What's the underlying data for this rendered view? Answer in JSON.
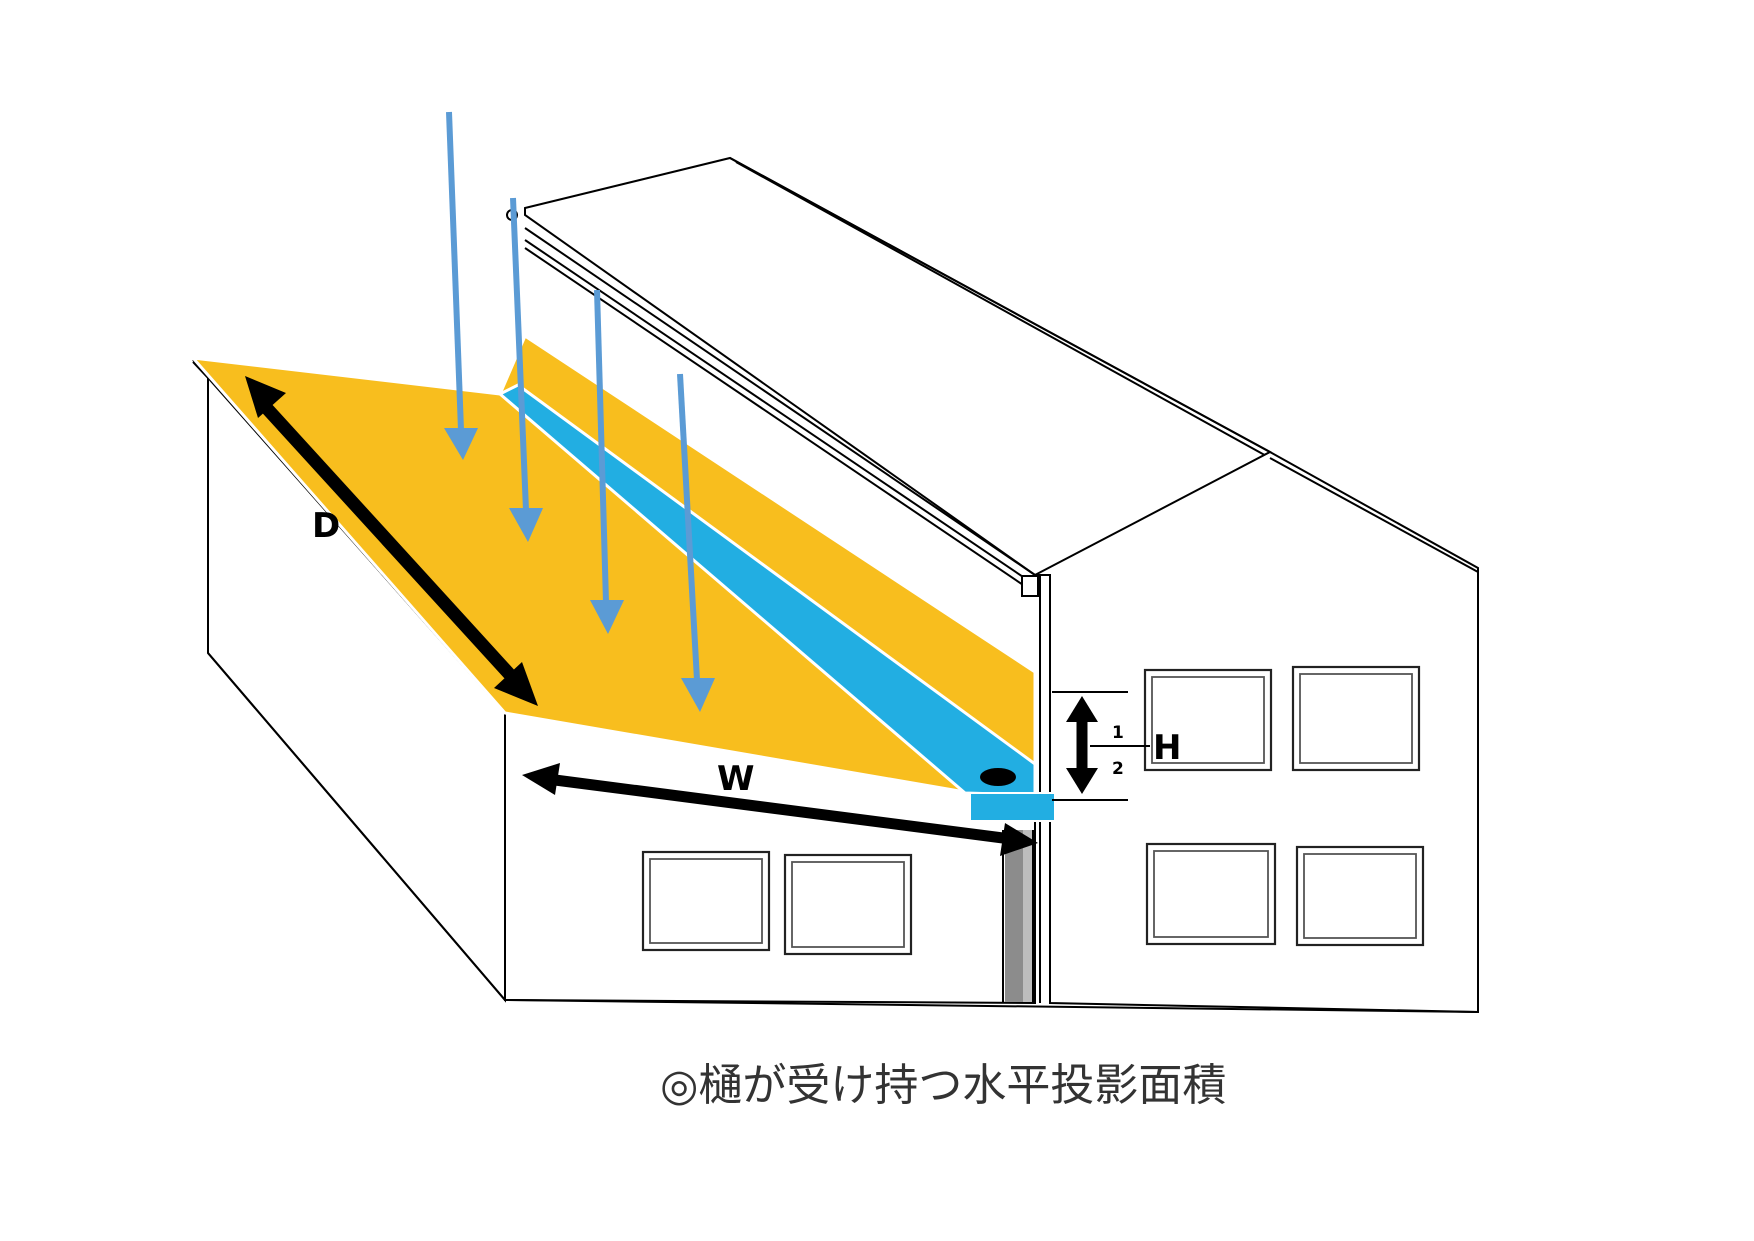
{
  "labels": {
    "depth": "D",
    "width": "W",
    "height": "H",
    "fraction_numerator": "1",
    "fraction_denominator": "2"
  },
  "caption": "◎樋が受け持つ水平投影面積",
  "colors": {
    "roof_area": "#F8BE1E",
    "gutter": "#22AEE2",
    "rain_arrow": "#5B9BD5",
    "dimension_arrow": "#000000",
    "downpipe": "#8C8C8C"
  },
  "icons": {
    "rain": "down-arrow-icon",
    "dimension": "double-arrow-icon",
    "drain_outlet": "drain-hole-icon"
  }
}
